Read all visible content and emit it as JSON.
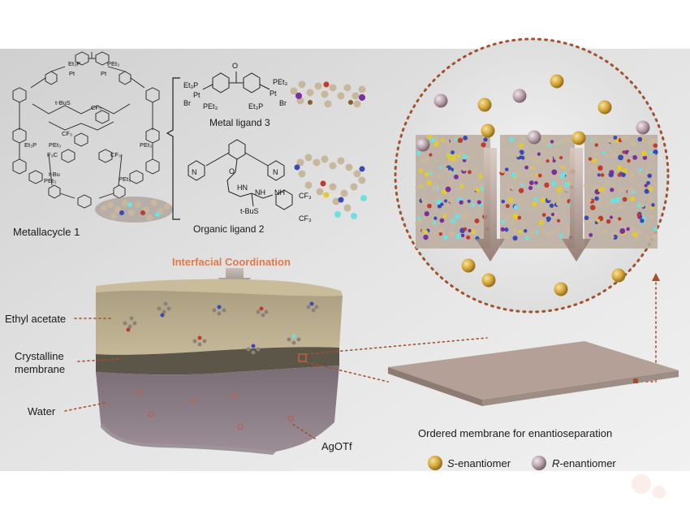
{
  "labels": {
    "metallacycle": "Metallacycle 1",
    "metal_ligand": "Metal ligand 3",
    "organic_ligand": "Organic ligand 2",
    "interfacial": "Interfacial Coordination",
    "ethyl_acetate": "Ethyl acetate",
    "crystalline_1": "Crystalline",
    "crystalline_2": "membrane",
    "water": "Water",
    "agotf": "AgOTf",
    "ordered_membrane": "Ordered membrane for enantioseparation",
    "s_prefix": "S",
    "s_suffix": "-enantiomer",
    "r_prefix": "R",
    "r_suffix": "-enantiomer"
  },
  "chem": {
    "pet3": "PEt₃",
    "et3p": "Et₃P",
    "pt": "Pt",
    "br": "Br",
    "cf3": "CF₃",
    "f3c": "F₃C",
    "tbus": "t-BuS",
    "tbu": "t-Bu",
    "nh": "NH",
    "hn": "HN",
    "n": "N",
    "o": "O",
    "s": "S"
  },
  "colors": {
    "background_panel": "#dcdcdc",
    "ethyl_acetate_layer": "#b7a98a",
    "membrane_layer": "#5f5a4d",
    "water_layer": "#8f8089",
    "s_enantiomer": "#d4a73a",
    "r_enantiomer": "#b8a2ac",
    "arrow": "#8a7d74",
    "dotted": "#a0522d",
    "accent": "#e07a4a"
  }
}
